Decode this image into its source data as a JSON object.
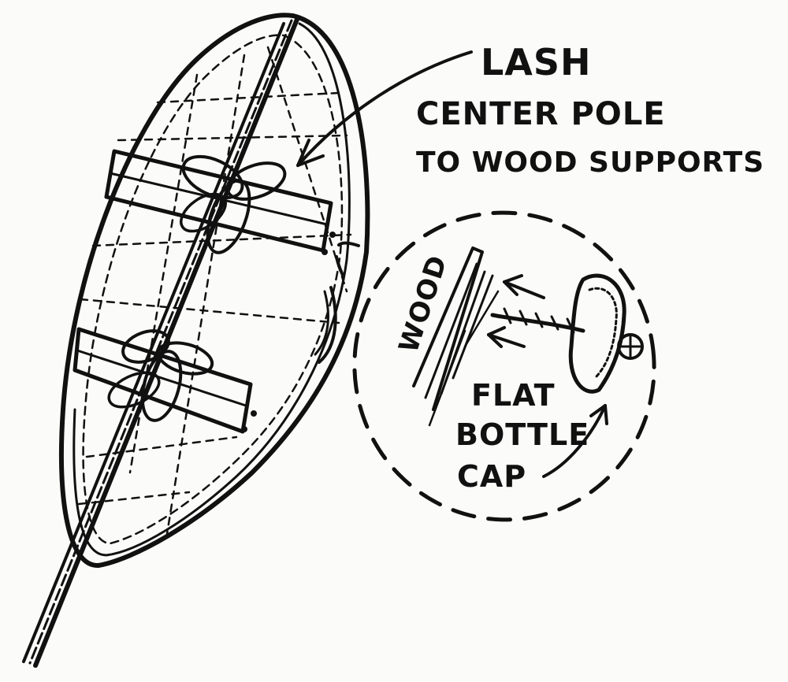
{
  "diagram": {
    "callout": {
      "line1": "LASH",
      "line2": "CENTER POLE",
      "line3": "TO WOOD SUPPORTS"
    },
    "detail": {
      "wood_label": "WOOD",
      "cap_line1": "FLAT",
      "cap_line2": "BOTTLE",
      "cap_line3": "CAP"
    }
  }
}
